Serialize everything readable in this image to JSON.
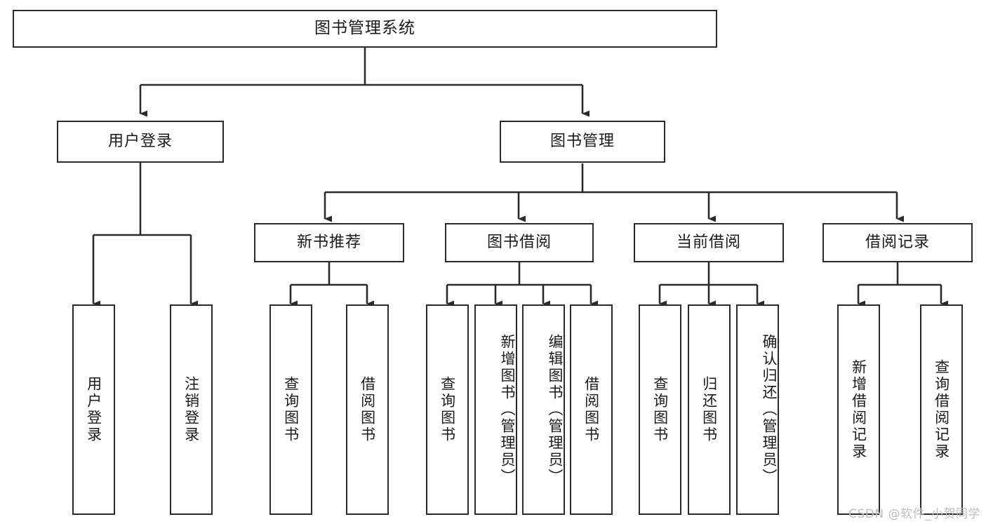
{
  "diagram": {
    "title": "图书管理系统",
    "type": "tree-hierarchy-diagram",
    "colors": {
      "background": "#ffffff",
      "box_border": "#2b2b2b",
      "box_fill": "#ffffff",
      "connector": "#2b2b2b",
      "text": "#1a1a1a",
      "watermark": "#bdbdbd"
    },
    "root": {
      "label": "图书管理系统"
    },
    "level2": [
      {
        "label": "用户登录"
      },
      {
        "label": "图书管理"
      }
    ],
    "level3": [
      {
        "label": "新书推荐"
      },
      {
        "label": "图书借阅"
      },
      {
        "label": "当前借阅"
      },
      {
        "label": "借阅记录"
      }
    ],
    "leaves": {
      "user_login": [
        {
          "label": "用户登录"
        },
        {
          "label": "注销登录"
        }
      ],
      "new_book_recommend": [
        {
          "label": "查询图书"
        },
        {
          "label": "借阅图书"
        }
      ],
      "book_borrow": [
        {
          "label": "查询图书"
        },
        {
          "label": "新增图书（管理员）"
        },
        {
          "label": "编辑图书（管理员）"
        },
        {
          "label": "借阅图书"
        }
      ],
      "current_borrow": [
        {
          "label": "查询图书"
        },
        {
          "label": "归还图书"
        },
        {
          "label": "确认归还（管理员）"
        }
      ],
      "borrow_record": [
        {
          "label": "新增借阅记录"
        },
        {
          "label": "查询借阅记录"
        }
      ]
    },
    "watermark": "CSDN @软件_小贺同学"
  }
}
